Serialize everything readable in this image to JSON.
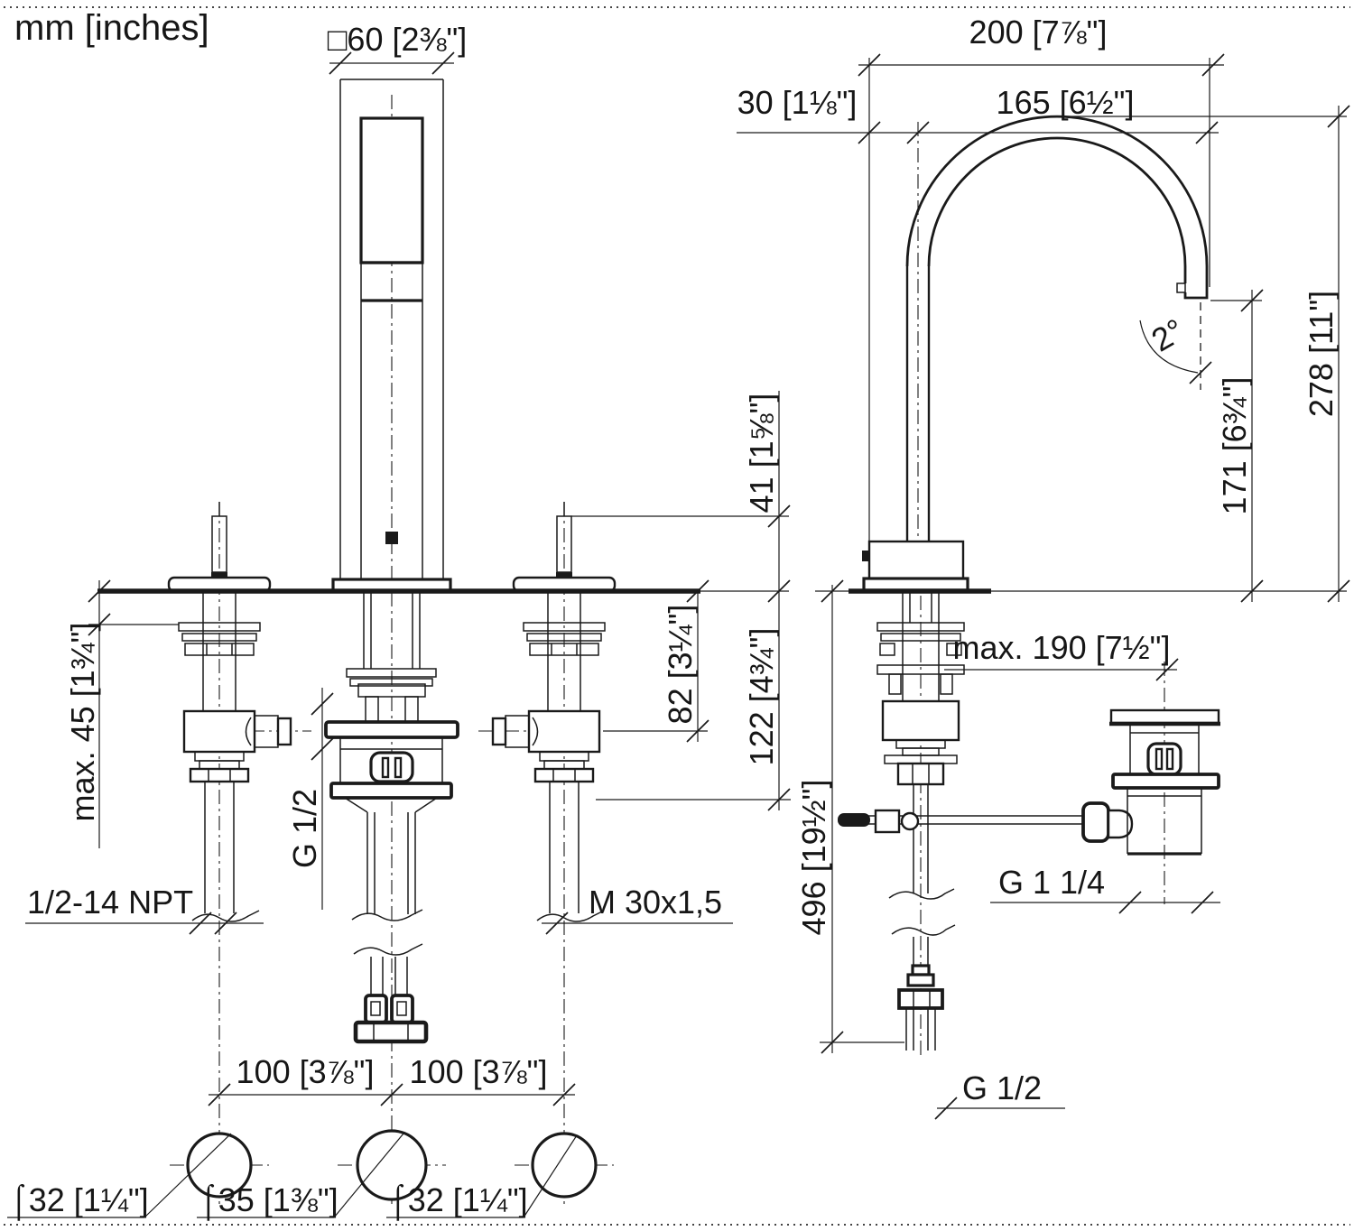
{
  "meta": {
    "units_label": "mm [inches]"
  },
  "colors": {
    "ink": "#1a1a1a",
    "paper": "#ffffff"
  },
  "front_view": {
    "dims": {
      "spout_width": "□60 [2⅜\"]",
      "handle_height": "41 [1⅝\"]",
      "deck_to_outlet": "82 [3¼\"]",
      "deck_to_valve": "122 [4¾\"]",
      "counter_max": "max. 45 [1¾\"]",
      "spacing_left": "100 [3⅞\"]",
      "spacing_right": "100 [3⅞\"]",
      "hole_left": "⌠32 [1¼\"]",
      "hole_center": "⌠35 [1⅜\"]",
      "hole_right": "⌠32 [1¼\"]"
    },
    "threads": {
      "supply_left": "1/2-14 NPT",
      "drain_center": "G 1/2",
      "supply_right": "M 30x1,5"
    }
  },
  "side_view": {
    "dims": {
      "reach_total": "200 [7⅞\"]",
      "body_offset": "30 [1⅛\"]",
      "reach_outlet": "165 [6½\"]",
      "height_total": "278 [11\"]",
      "height_outlet": "171 [6¾\"]",
      "outlet_angle": "2°",
      "rod_length": "max. 190 [7½\"]",
      "install_depth": "496 [19½\"]"
    },
    "threads": {
      "drain_waste": "G 1 1/4",
      "supply_bottom": "G 1/2"
    }
  }
}
